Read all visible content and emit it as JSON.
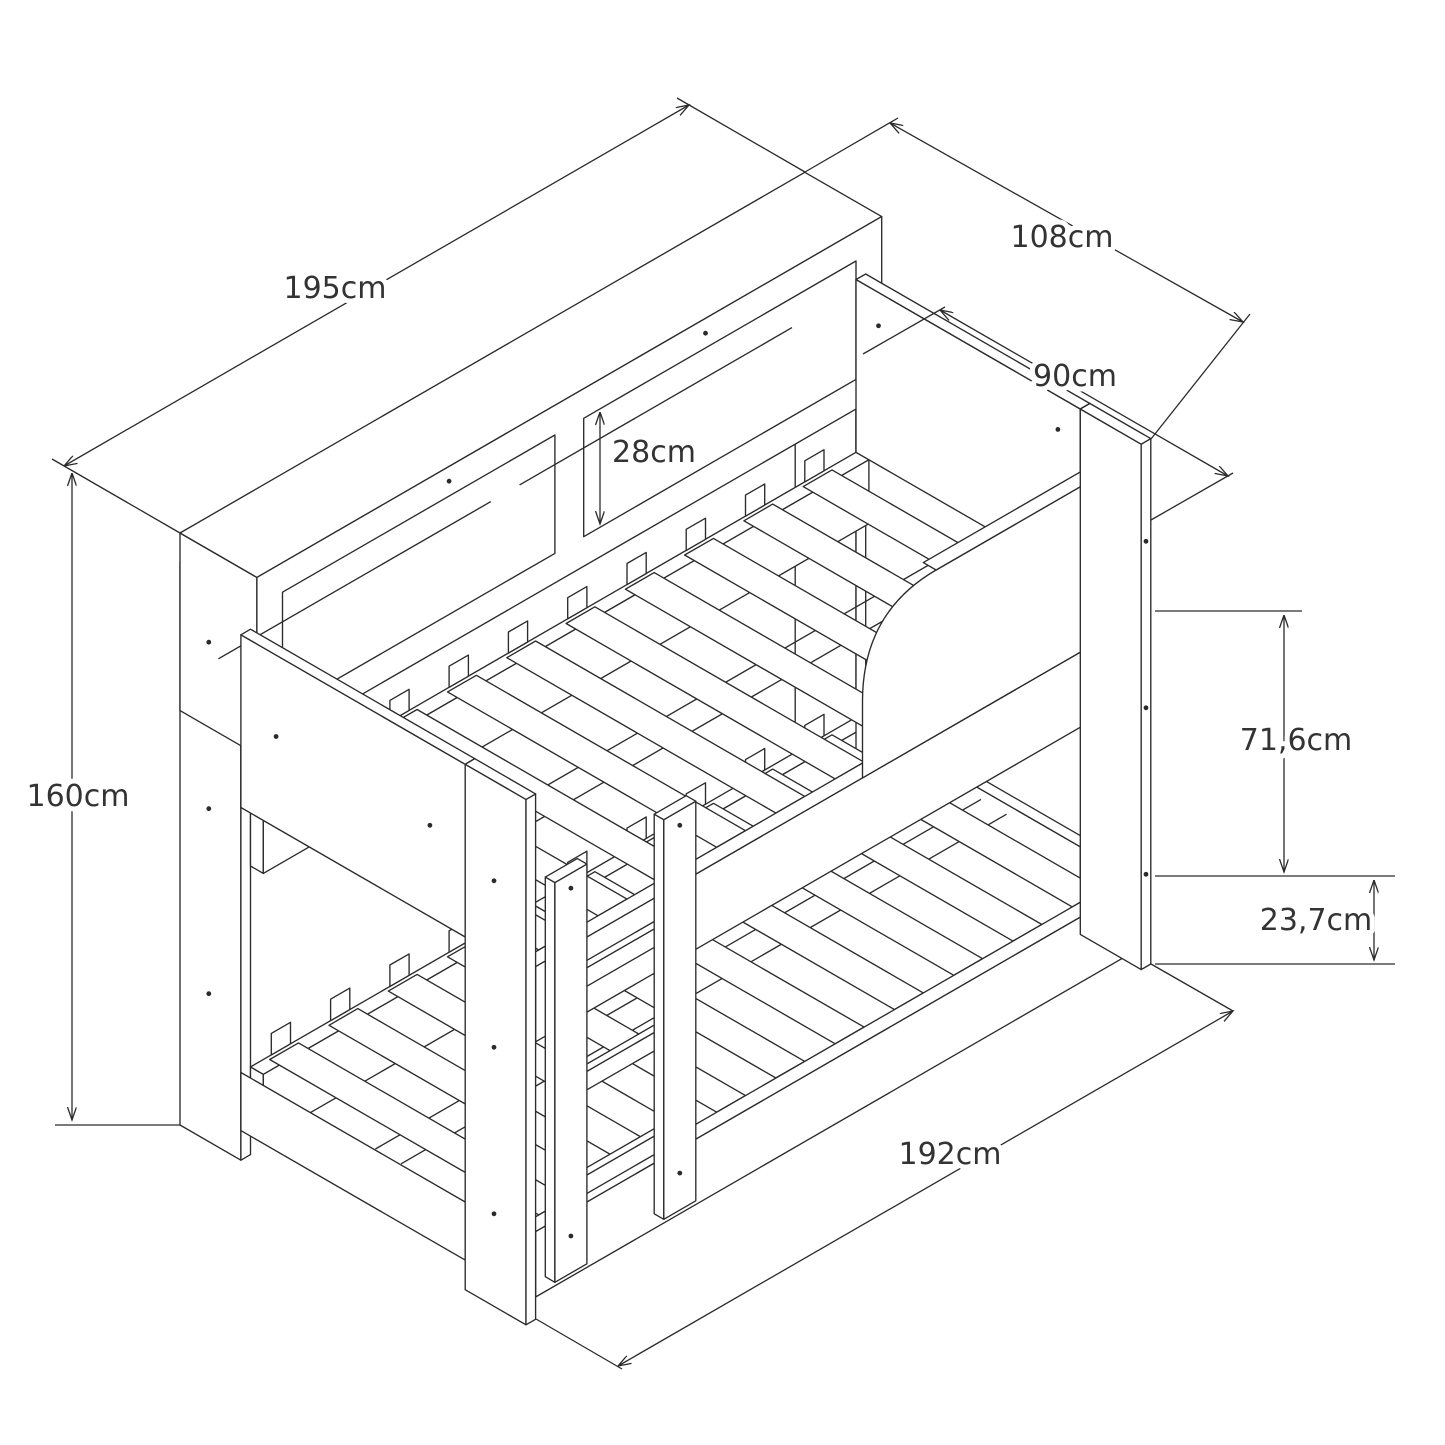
{
  "diagram": {
    "dimensions": {
      "length_top": "195cm",
      "total_depth": "108cm",
      "bed_depth": "90cm",
      "shelf_height": "28cm",
      "total_height": "160cm",
      "bunk_clearance": "71,6cm",
      "base_height": "23,7cm",
      "length_bottom": "192cm"
    }
  }
}
